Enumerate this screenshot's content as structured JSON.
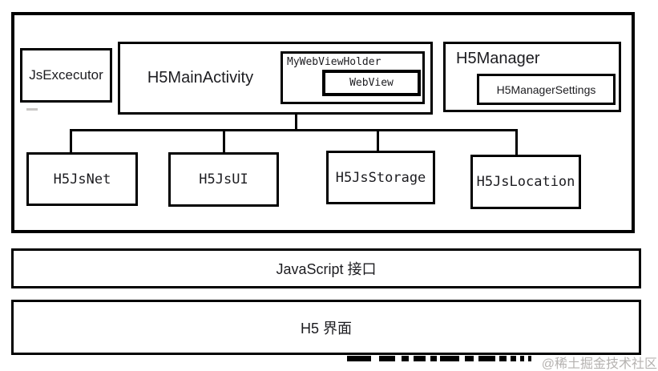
{
  "diagram": {
    "nodes": {
      "js_excecutor": {
        "label": "JsExcecutor"
      },
      "h5_main_activity": {
        "label": "H5MainActivity"
      },
      "my_web_view_holder": {
        "label": "MyWebViewHolder"
      },
      "web_view": {
        "label": "WebView"
      },
      "h5_manager": {
        "label": "H5Manager"
      },
      "h5_manager_settings": {
        "label": "H5ManagerSettings"
      }
    },
    "js_modules": [
      {
        "label": "H5JsNet"
      },
      {
        "label": "H5JsUI"
      },
      {
        "label": "H5JsStorage"
      },
      {
        "label": "H5JsLocation"
      }
    ],
    "edges": [
      {
        "from": "H5MainActivity",
        "to": "H5JsNet"
      },
      {
        "from": "H5MainActivity",
        "to": "H5JsUI"
      },
      {
        "from": "H5MainActivity",
        "to": "H5JsStorage"
      },
      {
        "from": "H5MainActivity",
        "to": "H5JsLocation"
      }
    ],
    "containment": [
      {
        "parent": "H5MainActivity",
        "child": "MyWebViewHolder"
      },
      {
        "parent": "MyWebViewHolder",
        "child": "WebView"
      },
      {
        "parent": "H5Manager",
        "child": "H5ManagerSettings"
      }
    ],
    "layers": {
      "javascript_interface": {
        "label": "JavaScript 接口"
      },
      "h5_ui": {
        "label": "H5 界面"
      }
    },
    "watermark": {
      "label": "@稀土掘金技术社区",
      "color": "#b5b2b0"
    },
    "colors": {
      "background": "#ffffff",
      "border": "#000000",
      "text": "#1c1c20"
    }
  }
}
